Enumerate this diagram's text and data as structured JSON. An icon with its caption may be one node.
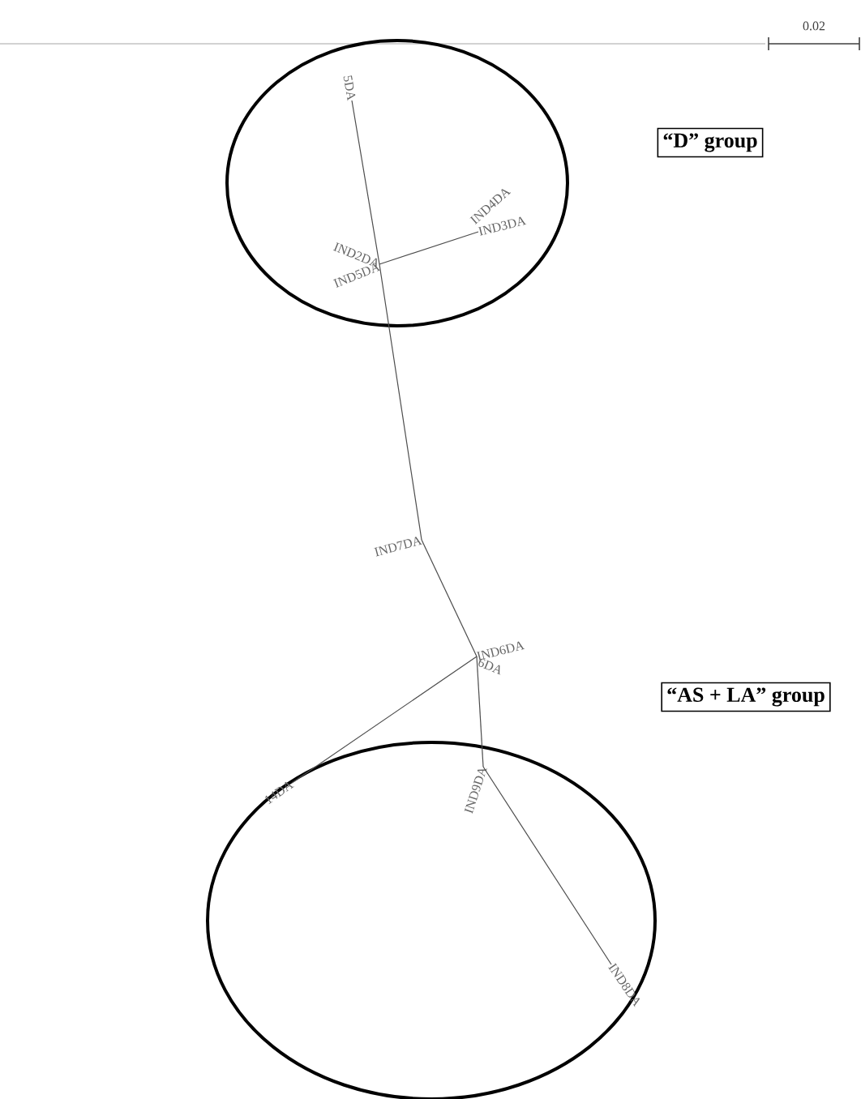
{
  "diagram": {
    "nodes": [
      {
        "text": [
          "5DA"
        ]
      },
      {
        "text": [
          "IND2DA"
        ]
      },
      {
        "text": [
          "IND5DA"
        ]
      },
      {
        "text": [
          "IND4DA"
        ]
      },
      {
        "text": [
          "IND3DA"
        ]
      },
      {
        "text": [
          "IND7DA"
        ]
      },
      {
        "text": [
          "IND6DA"
        ]
      },
      {
        "text": [
          "6DA"
        ]
      },
      {
        "text": [
          "14DA"
        ]
      },
      {
        "text": [
          "IND9DA"
        ]
      },
      {
        "text": [
          "IND8DA"
        ]
      },
      {
        "text": [
          "“D” group"
        ]
      },
      {
        "text": [
          "“AS + LA” group"
        ]
      }
    ],
    "edges": [
      {
        "from": 0,
        "to": 1,
        "arrow": "none"
      },
      {
        "from": 1,
        "to": 4,
        "arrow": "none"
      },
      {
        "from": 1,
        "to": 5,
        "arrow": "none"
      },
      {
        "from": 5,
        "to": 6,
        "arrow": "none"
      },
      {
        "from": 6,
        "to": 8,
        "arrow": "none"
      },
      {
        "from": 6,
        "to": 9,
        "arrow": "none"
      },
      {
        "from": 9,
        "to": 10,
        "arrow": "none"
      }
    ],
    "labels": [
      "0.02"
    ]
  }
}
